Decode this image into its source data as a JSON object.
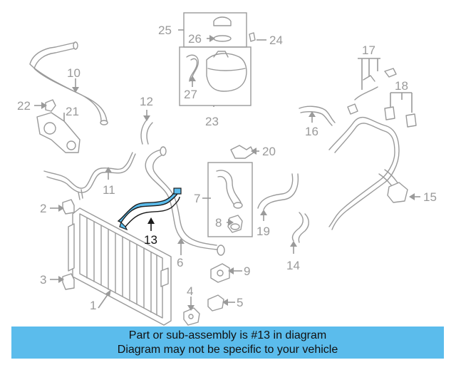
{
  "diagram": {
    "highlight_color": "#5bbcec",
    "highlighted_part": "13",
    "callouts": {
      "c1": "1",
      "c2": "2",
      "c3": "3",
      "c4": "4",
      "c5": "5",
      "c6": "6",
      "c7": "7",
      "c8": "8",
      "c9": "9",
      "c10": "10",
      "c11": "11",
      "c12": "12",
      "c13": "13",
      "c14": "14",
      "c15": "15",
      "c16": "16",
      "c17": "17",
      "c18": "18",
      "c19": "19",
      "c20": "20",
      "c21": "21",
      "c22": "22",
      "c23": "23",
      "c24": "24",
      "c25": "25",
      "c26": "26",
      "c27": "27"
    }
  },
  "banner": {
    "line1": "Part or sub-assembly is #13 in diagram",
    "line2": "Diagram may not be specific to your vehicle",
    "background": "#5bbcec"
  }
}
